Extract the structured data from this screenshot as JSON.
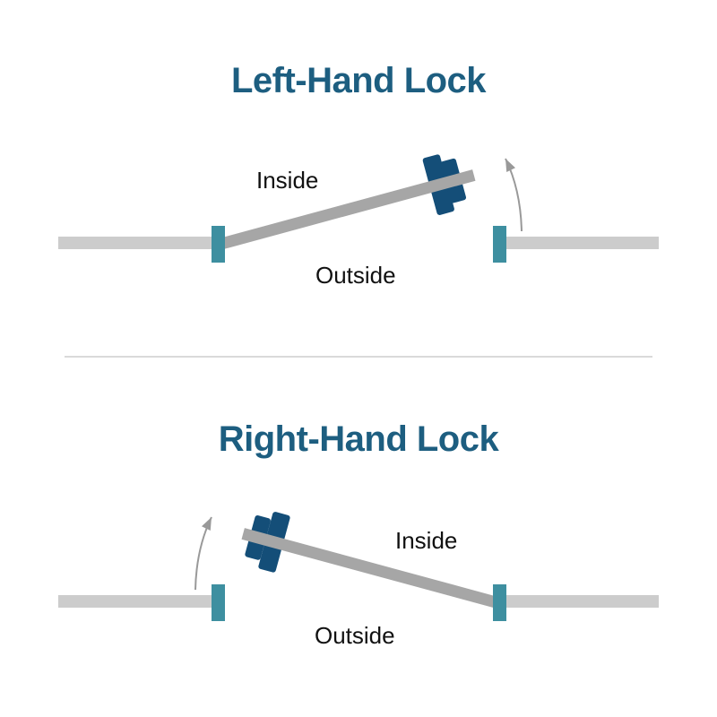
{
  "colors": {
    "title": "#1d5e80",
    "label": "#111111",
    "wall": "#cccccc",
    "post": "#3e8fa0",
    "door": "#a6a6a6",
    "lock": "#144e78",
    "arrow": "#999999",
    "divider": "#dadada",
    "background": "#ffffff"
  },
  "top_diagram": {
    "title": "Left-Hand Lock",
    "inside_label": "Inside",
    "outside_label": "Outside"
  },
  "bottom_diagram": {
    "title": "Right-Hand Lock",
    "inside_label": "Inside",
    "outside_label": "Outside"
  }
}
